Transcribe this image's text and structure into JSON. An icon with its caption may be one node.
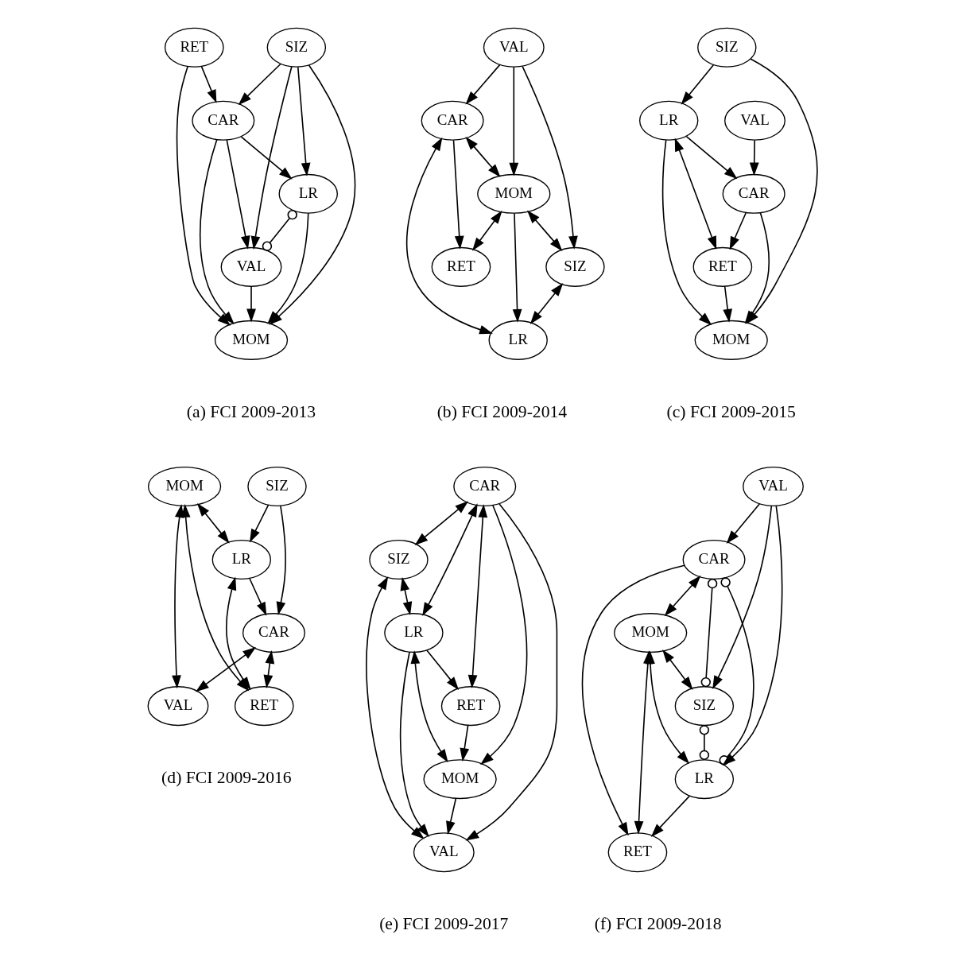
{
  "diagram": {
    "nodes": [
      {
        "text": [
          "SIZ"
        ]
      },
      {
        "text": [
          "RET"
        ]
      },
      {
        "text": [
          "CAR"
        ]
      },
      {
        "text": [
          "LR"
        ]
      },
      {
        "text": [
          "VAL"
        ]
      },
      {
        "text": [
          "MOM"
        ]
      },
      {
        "text": [
          "VAL"
        ]
      },
      {
        "text": [
          "CAR"
        ]
      },
      {
        "text": [
          "MOM"
        ]
      },
      {
        "text": [
          "SIZ"
        ]
      },
      {
        "text": [
          "RET"
        ]
      },
      {
        "text": [
          "LR"
        ]
      },
      {
        "text": [
          "SIZ"
        ]
      },
      {
        "text": [
          "VAL"
        ]
      },
      {
        "text": [
          "LR"
        ]
      },
      {
        "text": [
          "CAR"
        ]
      },
      {
        "text": [
          "RET"
        ]
      },
      {
        "text": [
          "MOM"
        ]
      },
      {
        "text": [
          "SIZ"
        ]
      },
      {
        "text": [
          "MOM"
        ]
      },
      {
        "text": [
          "LR"
        ]
      },
      {
        "text": [
          "CAR"
        ]
      },
      {
        "text": [
          "VAL"
        ]
      },
      {
        "text": [
          "RET"
        ]
      },
      {
        "text": [
          "CAR"
        ]
      },
      {
        "text": [
          "SIZ"
        ]
      },
      {
        "text": [
          "MOM"
        ]
      },
      {
        "text": [
          "LR"
        ]
      },
      {
        "text": [
          "VAL"
        ]
      },
      {
        "text": [
          "RET"
        ]
      },
      {
        "text": [
          "VAL"
        ]
      },
      {
        "text": [
          "CAR"
        ]
      },
      {
        "text": [
          "MOM"
        ]
      },
      {
        "text": [
          "SIZ"
        ]
      },
      {
        "text": [
          "LR"
        ]
      },
      {
        "text": [
          "RET"
        ]
      }
    ],
    "edges": [
      {
        "from": 0,
        "to": 5,
        "arrow": "to"
      },
      {
        "from": 0,
        "to": 3,
        "arrow": "to"
      },
      {
        "from": 0,
        "to": 4,
        "arrow": "to"
      },
      {
        "from": 0,
        "to": 2,
        "arrow": "to"
      },
      {
        "from": 1,
        "to": 2,
        "arrow": "to"
      },
      {
        "from": 1,
        "to": 5,
        "arrow": "to"
      },
      {
        "from": 2,
        "to": 3,
        "arrow": "to"
      },
      {
        "from": 2,
        "to": 4,
        "arrow": "to"
      },
      {
        "from": 2,
        "to": 5,
        "arrow": "to"
      },
      {
        "from": 3,
        "to": 5,
        "arrow": "to"
      },
      {
        "from": 3,
        "to": 4,
        "arrow": "other"
      },
      {
        "from": 4,
        "to": 5,
        "arrow": "to"
      },
      {
        "from": 6,
        "to": 9,
        "arrow": "to"
      },
      {
        "from": 6,
        "to": 8,
        "arrow": "to"
      },
      {
        "from": 6,
        "to": 7,
        "arrow": "to"
      },
      {
        "from": 7,
        "to": 8,
        "arrow": "both"
      },
      {
        "from": 7,
        "to": 10,
        "arrow": "to"
      },
      {
        "from": 7,
        "to": 11,
        "arrow": "both"
      },
      {
        "from": 8,
        "to": 9,
        "arrow": "both"
      },
      {
        "from": 8,
        "to": 10,
        "arrow": "both"
      },
      {
        "from": 8,
        "to": 11,
        "arrow": "to"
      },
      {
        "from": 9,
        "to": 11,
        "arrow": "both"
      },
      {
        "from": 12,
        "to": 17,
        "arrow": "to"
      },
      {
        "from": 12,
        "to": 14,
        "arrow": "to"
      },
      {
        "from": 13,
        "to": 15,
        "arrow": "to"
      },
      {
        "from": 14,
        "to": 15,
        "arrow": "to"
      },
      {
        "from": 14,
        "to": 16,
        "arrow": "both"
      },
      {
        "from": 14,
        "to": 17,
        "arrow": "to"
      },
      {
        "from": 15,
        "to": 17,
        "arrow": "to"
      },
      {
        "from": 15,
        "to": 16,
        "arrow": "to"
      },
      {
        "from": 16,
        "to": 17,
        "arrow": "to"
      },
      {
        "from": 18,
        "to": 20,
        "arrow": "to"
      },
      {
        "from": 18,
        "to": 21,
        "arrow": "to"
      },
      {
        "from": 19,
        "to": 20,
        "arrow": "both"
      },
      {
        "from": 19,
        "to": 22,
        "arrow": "both"
      },
      {
        "from": 19,
        "to": 23,
        "arrow": "both"
      },
      {
        "from": 20,
        "to": 21,
        "arrow": "to"
      },
      {
        "from": 20,
        "to": 23,
        "arrow": "both"
      },
      {
        "from": 21,
        "to": 22,
        "arrow": "both"
      },
      {
        "from": 21,
        "to": 23,
        "arrow": "both"
      },
      {
        "from": 24,
        "to": 28,
        "arrow": "to"
      },
      {
        "from": 24,
        "to": 25,
        "arrow": "both"
      },
      {
        "from": 24,
        "to": 27,
        "arrow": "both"
      },
      {
        "from": 24,
        "to": 26,
        "arrow": "to"
      },
      {
        "from": 24,
        "to": 29,
        "arrow": "both"
      },
      {
        "from": 25,
        "to": 27,
        "arrow": "both"
      },
      {
        "from": 25,
        "to": 28,
        "arrow": "both"
      },
      {
        "from": 26,
        "to": 27,
        "arrow": "both"
      },
      {
        "from": 26,
        "to": 28,
        "arrow": "to"
      },
      {
        "from": 27,
        "to": 28,
        "arrow": "to"
      },
      {
        "from": 27,
        "to": 29,
        "arrow": "to"
      },
      {
        "from": 29,
        "to": 26,
        "arrow": "to"
      },
      {
        "from": 30,
        "to": 31,
        "arrow": "to"
      },
      {
        "from": 30,
        "to": 33,
        "arrow": "to"
      },
      {
        "from": 30,
        "to": 34,
        "arrow": "to"
      },
      {
        "from": 31,
        "to": 35,
        "arrow": "to"
      },
      {
        "from": 31,
        "to": 34,
        "arrow": "other"
      },
      {
        "from": 31,
        "to": 32,
        "arrow": "both"
      },
      {
        "from": 31,
        "to": 33,
        "arrow": "other"
      },
      {
        "from": 32,
        "to": 33,
        "arrow": "both"
      },
      {
        "from": 32,
        "to": 34,
        "arrow": "both"
      },
      {
        "from": 32,
        "to": 35,
        "arrow": "both"
      },
      {
        "from": 33,
        "to": 34,
        "arrow": "other"
      },
      {
        "from": 34,
        "to": 35,
        "arrow": "to"
      }
    ],
    "labels": [
      "(a) FCI 2009-2013",
      "(b) FCI 2009-2014",
      "(c) FCI 2009-2015",
      "(d) FCI 2009-2016",
      "(e) FCI 2009-2017",
      "(f) FCI 2009-2018"
    ]
  }
}
